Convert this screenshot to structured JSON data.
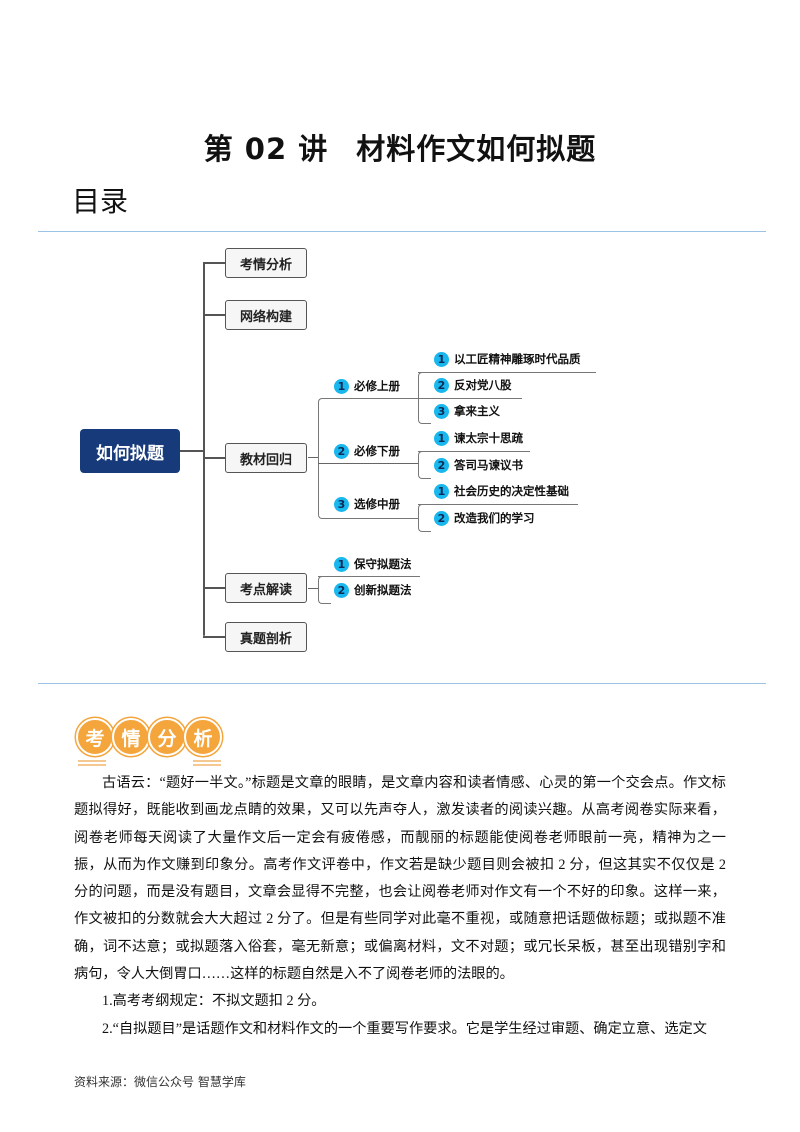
{
  "document": {
    "title_prefix": "第 02 讲",
    "title_main": "材料作文如何拟题",
    "toc_label": "目录"
  },
  "mindmap": {
    "root": "如何拟题",
    "branches": [
      {
        "label": "考情分析"
      },
      {
        "label": "网络构建"
      },
      {
        "label": "教材回归",
        "children": [
          {
            "num": "1",
            "label": "必修上册",
            "children": [
              {
                "num": "1",
                "label": "以工匠精神雕琢时代品质"
              },
              {
                "num": "2",
                "label": "反对党八股"
              },
              {
                "num": "3",
                "label": "拿来主义"
              }
            ]
          },
          {
            "num": "2",
            "label": "必修下册",
            "children": [
              {
                "num": "1",
                "label": "谏太宗十思疏"
              },
              {
                "num": "2",
                "label": "答司马谏议书"
              }
            ]
          },
          {
            "num": "3",
            "label": "选修中册",
            "children": [
              {
                "num": "1",
                "label": "社会历史的决定性基础"
              },
              {
                "num": "2",
                "label": "改造我们的学习"
              }
            ]
          }
        ]
      },
      {
        "label": "考点解读",
        "children": [
          {
            "num": "1",
            "label": "保守拟题法"
          },
          {
            "num": "2",
            "label": "创新拟题法"
          }
        ]
      },
      {
        "label": "真题剖析"
      }
    ],
    "colors": {
      "root": "#173a7a",
      "badge": "#18b7ee"
    }
  },
  "section": {
    "chars": [
      "考",
      "情",
      "分",
      "析"
    ],
    "color": "#f4a53c"
  },
  "body": {
    "paragraphs": [
      "古语云：“题好一半文。”标题是文章的眼睛，是文章内容和读者情感、心灵的第一个交会点。作文标题拟得好，既能收到画龙点睛的效果，又可以先声夺人，激发读者的阅读兴趣。从高考阅卷实际来看，阅卷老师每天阅读了大量作文后一定会有疲倦感，而靓丽的标题能使阅卷老师眼前一亮，精神为之一振，从而为作文赚到印象分。高考作文评卷中，作文若是缺少题目则会被扣 2 分，但这其实不仅仅是 2 分的问题，而是没有题目，文章会显得不完整，也会让阅卷老师对作文有一个不好的印象。这样一来，作文被扣的分数就会大大超过 2 分了。但是有些同学对此毫不重视，或随意把话题做标题；或拟题不准确，词不达意；或拟题落入俗套，毫无新意；或偏离材料，文不对题；或冗长呆板，甚至出现错别字和病句，令人大倒胃口……这样的标题自然是入不了阅卷老师的法眼的。",
      "1.高考考纲规定：不拟文题扣 2 分。",
      "2.“自拟题目”是话题作文和材料作文的一个重要写作要求。它是学生经过审题、确定立意、选定文"
    ]
  },
  "footer": {
    "source": "资料来源：微信公众号 智慧学库"
  }
}
